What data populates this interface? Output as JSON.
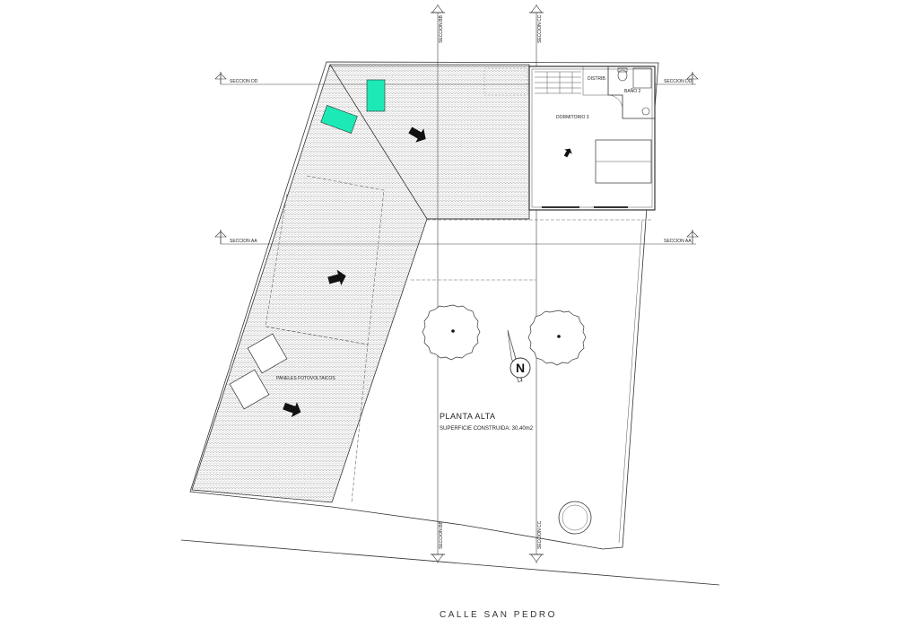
{
  "plan": {
    "title": "PLANTA ALTA",
    "area_label": "SUPERFICIE CONSTRUIDA: 30,40m2",
    "street": "CALLE SAN PEDRO",
    "rooms": {
      "bedroom": "DORMITORIO 3",
      "bath": "BAÑO 2",
      "closet": "DISTRIB."
    },
    "solar_panels": "PANELES FOTOVOLTAICOS",
    "sections": {
      "aa": "SECCION AA",
      "bb": "SECCION BB",
      "cc": "SECCION CC",
      "dd": "SECCION DD"
    },
    "north_symbol": "N",
    "colors": {
      "skylight": "#1de9b6",
      "line": "#333333"
    },
    "icons": [
      "compass-rose-icon",
      "tree-icon",
      "slope-arrow-icon",
      "section-marker-icon"
    ]
  }
}
